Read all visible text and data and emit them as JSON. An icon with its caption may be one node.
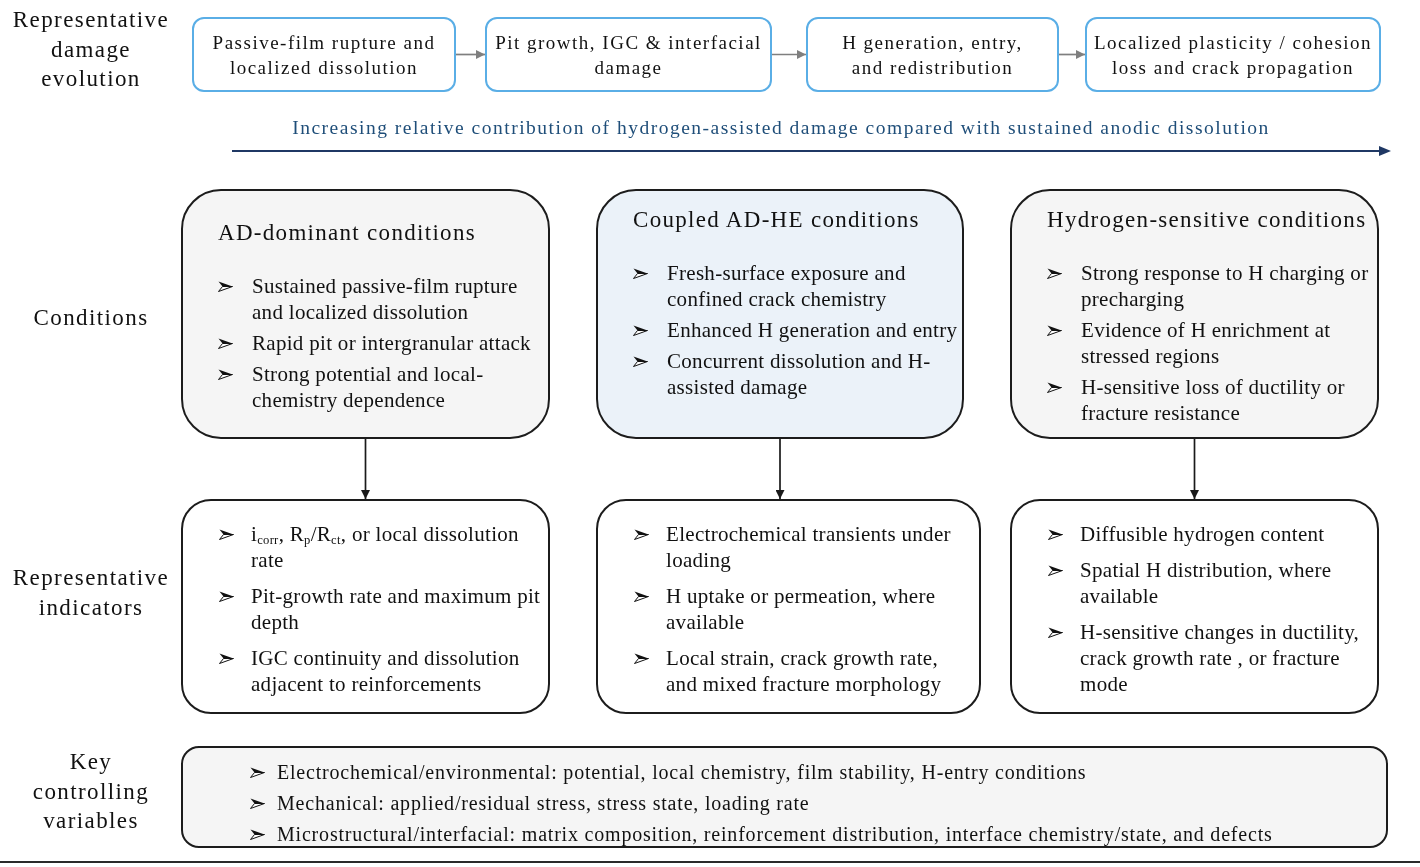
{
  "diagram": {
    "nodes": [
      {
        "text": [
          "Passive-film rupture and localized dissolution"
        ]
      },
      {
        "text": [
          "Pit growth, IGC & interfacial damage"
        ]
      },
      {
        "text": [
          "H generation, entry, and redistribution"
        ]
      },
      {
        "text": [
          "Localized plasticity / cohesion loss and crack propagation"
        ]
      },
      {
        "text": [
          "AD-dominant conditions",
          "Sustained passive-film rupture and localized dissolution",
          "Rapid pit or intergranular attack",
          "Strong potential and local-chemistry dependence"
        ]
      },
      {
        "text": [
          "Coupled AD-HE conditions",
          "Fresh-surface exposure and confined crack chemistry",
          "Enhanced H generation and entry",
          "Concurrent dissolution and H-assisted damage"
        ]
      },
      {
        "text": [
          "Hydrogen-sensitive conditions",
          "Strong response to H charging or precharging",
          "Evidence of H enrichment at stressed regions",
          "H-sensitive loss of ductility or fracture resistance"
        ]
      },
      {
        "text": [
          "i$_{corr}$, R$_{p}$/R$_{ct}$, or local dissolution rate",
          "Pit-growth rate and maximum pit depth",
          "IGC continuity and dissolution adjacent to reinforcements"
        ]
      },
      {
        "text": [
          "Electrochemical transients under loading",
          "H uptake or permeation, where available",
          "Local strain, crack growth rate, and mixed fracture morphology"
        ]
      },
      {
        "text": [
          "Diffusible hydrogen content",
          "Spatial H distribution, where available",
          "H-sensitive changes in ductility, crack growth rate , or fracture mode"
        ]
      },
      {
        "text": [
          "Electrochemical/environmental: potential, local chemistry, film stability, H-entry conditions",
          "Mechanical: applied/residual stress, stress state, loading rate",
          "Microstructural/interfacial: matrix composition, reinforcement distribution, interface chemistry/state, and defects"
        ]
      }
    ],
    "edges": [
      {
        "from": 0,
        "to": 1,
        "arrow": "to",
        "color": "#7f7f7f"
      },
      {
        "from": 1,
        "to": 2,
        "arrow": "to",
        "color": "#7f7f7f"
      },
      {
        "from": 2,
        "to": 3,
        "arrow": "to",
        "color": "#7f7f7f"
      },
      {
        "from": 4,
        "to": 7,
        "arrow": "to",
        "color": "#1a1a1a"
      },
      {
        "from": 5,
        "to": 8,
        "arrow": "to",
        "color": "#1a1a1a"
      },
      {
        "from": 6,
        "to": 9,
        "arrow": "to",
        "color": "#1a1a1a"
      }
    ],
    "labels": [
      "Representative damage evolution",
      "Increasing relative contribution of hydrogen-assisted damage compared with sustained anodic dissolution",
      "Conditions",
      "Representative indicators",
      "Key controlling variables"
    ]
  }
}
